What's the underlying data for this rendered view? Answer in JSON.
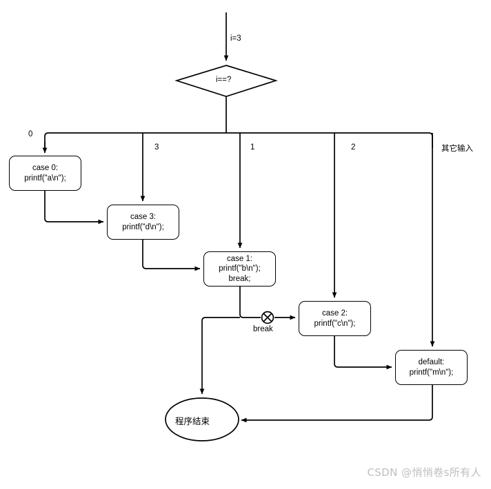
{
  "diagram": {
    "title_text": "i=3",
    "decision": {
      "label": "i==?"
    },
    "branch_labels": {
      "zero": "0",
      "three": "3",
      "one": "1",
      "two": "2",
      "other": "其它输入"
    },
    "nodes": {
      "case0": {
        "line1": "case 0:",
        "line2": "printf(\"a\\n\");"
      },
      "case3": {
        "line1": "case 3:",
        "line2": "printf(\"d\\n\");"
      },
      "case1": {
        "line1": "case 1:",
        "line2": "printf(\"b\\n\");",
        "line3": "break;"
      },
      "case2": {
        "line1": "case 2:",
        "line2": "printf(\"c\\n\");"
      },
      "default": {
        "line1": "default:",
        "line2": "printf(\"m\\n\");"
      },
      "end": {
        "label": "程序结束"
      }
    },
    "markers": {
      "break_label": "break"
    },
    "colors": {
      "stroke": "#000000",
      "fill": "#ffffff",
      "text": "#000000",
      "watermark": "#bfbfbf"
    }
  },
  "watermark": {
    "text": "CSDN @悄悄卷s所有人"
  }
}
